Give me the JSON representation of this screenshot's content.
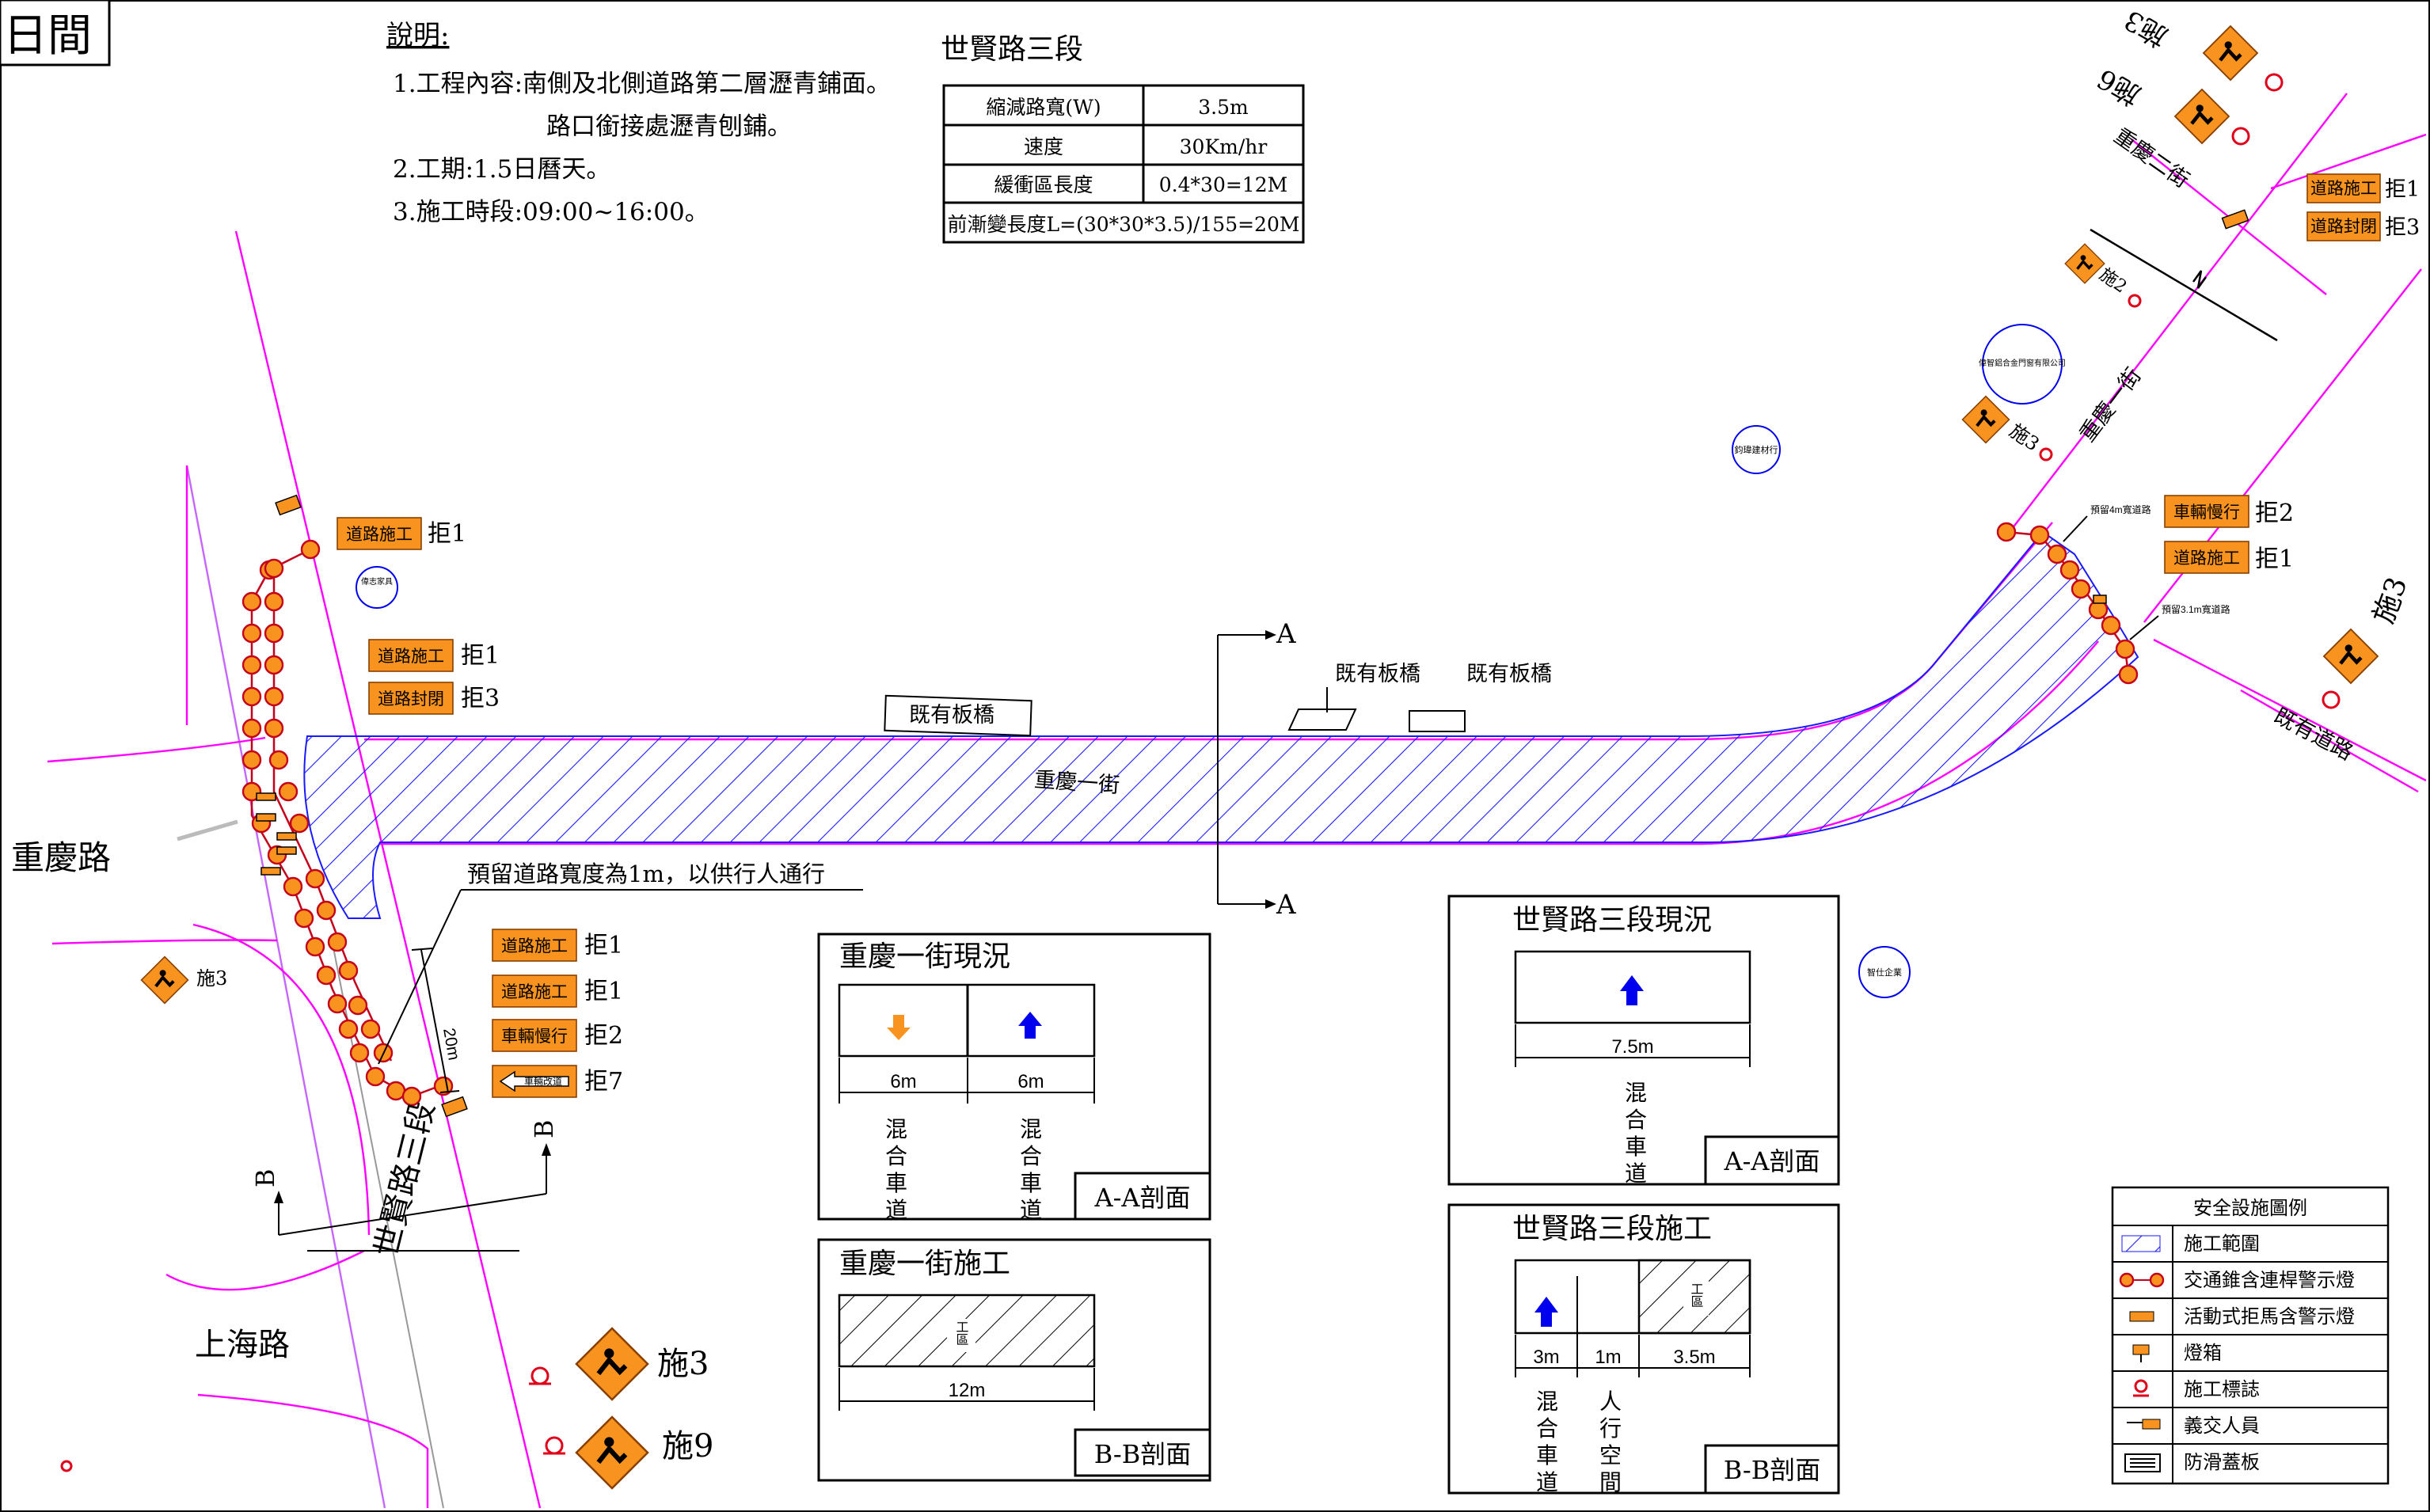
{
  "page": {
    "title": "日間",
    "road_top": "世賢路三段"
  },
  "notes": {
    "heading": "說明:",
    "lines": [
      "1.工程內容:南側及北側道路第二層瀝青鋪面。",
      "路口銜接處瀝青刨鋪。",
      "2.工期:1.5日曆天。",
      "3.施工時段:09:00~16:00。"
    ]
  },
  "param_table": {
    "rows": [
      [
        "縮減路寬(W)",
        "3.5m"
      ],
      [
        "速度",
        "30Km/hr"
      ],
      [
        "緩衝區長度",
        "0.4*30=12M"
      ],
      [
        "前漸變長度L=(30*30*3.5)/155=20M",
        ""
      ]
    ]
  },
  "map": {
    "road_labels": {
      "chongqing_rd": "重慶路",
      "shanghai_rd": "上海路",
      "shixian_rd": "世賢路三段",
      "chongqing_1st": "重慶一街",
      "chongqing_1st_ne": "重慶一街",
      "chongqing_2nd": "重慶二街",
      "existing_road": "既有道路"
    },
    "bridge_labels": [
      "既有板橋",
      "既有板橋",
      "既有板橋"
    ],
    "pedestrian_note": "預留道路寬度為1m，以供行人通行",
    "reserve_4m": "預留4m寬道路",
    "reserve_3m": "預留3.1m寬道路",
    "section_markers": {
      "a_top": "A",
      "a_bottom": "A",
      "b_left": "B",
      "b_right": "B"
    },
    "dim_20m": "20m",
    "circles": [
      "偉志家具",
      "鈞瑋建材行",
      "偉智鋁合金門窗有限公司",
      "智仕企業"
    ]
  },
  "signs": {
    "road_work": "道路施工",
    "road_closed": "道路封閉",
    "slow": "車輛慢行",
    "detour": "車輛改道",
    "codes": {
      "ju1": "拒1",
      "ju2": "拒2",
      "ju3": "拒3",
      "ju7": "拒7",
      "shi2": "施2",
      "shi3": "施3",
      "shi6": "施6",
      "shi9": "施9"
    }
  },
  "section_aa_current": {
    "title": "重慶一街現況",
    "lanes": [
      "6m",
      "6m"
    ],
    "lane_type": "混合車道",
    "caption": "A-A剖面"
  },
  "section_bb_work": {
    "title": "重慶一街施工",
    "work_label": "工區",
    "width": "12m",
    "caption": "B-B剖面"
  },
  "section_shixian_current": {
    "title": "世賢路三段現況",
    "width": "7.5m",
    "lane_type": "混合車道",
    "caption": "A-A剖面"
  },
  "section_shixian_work": {
    "title": "世賢路三段施工",
    "widths": [
      "3m",
      "1m",
      "3.5m"
    ],
    "lane_type": "混合車道",
    "ped_type": "人行空間",
    "work_label": "工區",
    "caption": "B-B剖面"
  },
  "legend": {
    "title": "安全設施圖例",
    "items": [
      {
        "icon": "hatch-icon",
        "label": "施工範圍"
      },
      {
        "icon": "cone-chain-icon",
        "label": "交通錐含連桿警示燈"
      },
      {
        "icon": "barrier-icon",
        "label": "活動式拒馬含警示燈"
      },
      {
        "icon": "light-box-icon",
        "label": "燈箱"
      },
      {
        "icon": "sign-post-icon",
        "label": "施工標誌"
      },
      {
        "icon": "flagger-icon",
        "label": "義交人員"
      },
      {
        "icon": "anti-slip-plate-icon",
        "label": "防滑蓋板"
      }
    ]
  },
  "colors": {
    "hatch": "#1a1aff",
    "road_line": "#ff00ff",
    "cone": "#f7931e",
    "cone_chain": "#c4001a",
    "sign_orange": "#f7931e",
    "arrow_blue": "#0000ee",
    "arrow_orange": "#f7931e"
  }
}
